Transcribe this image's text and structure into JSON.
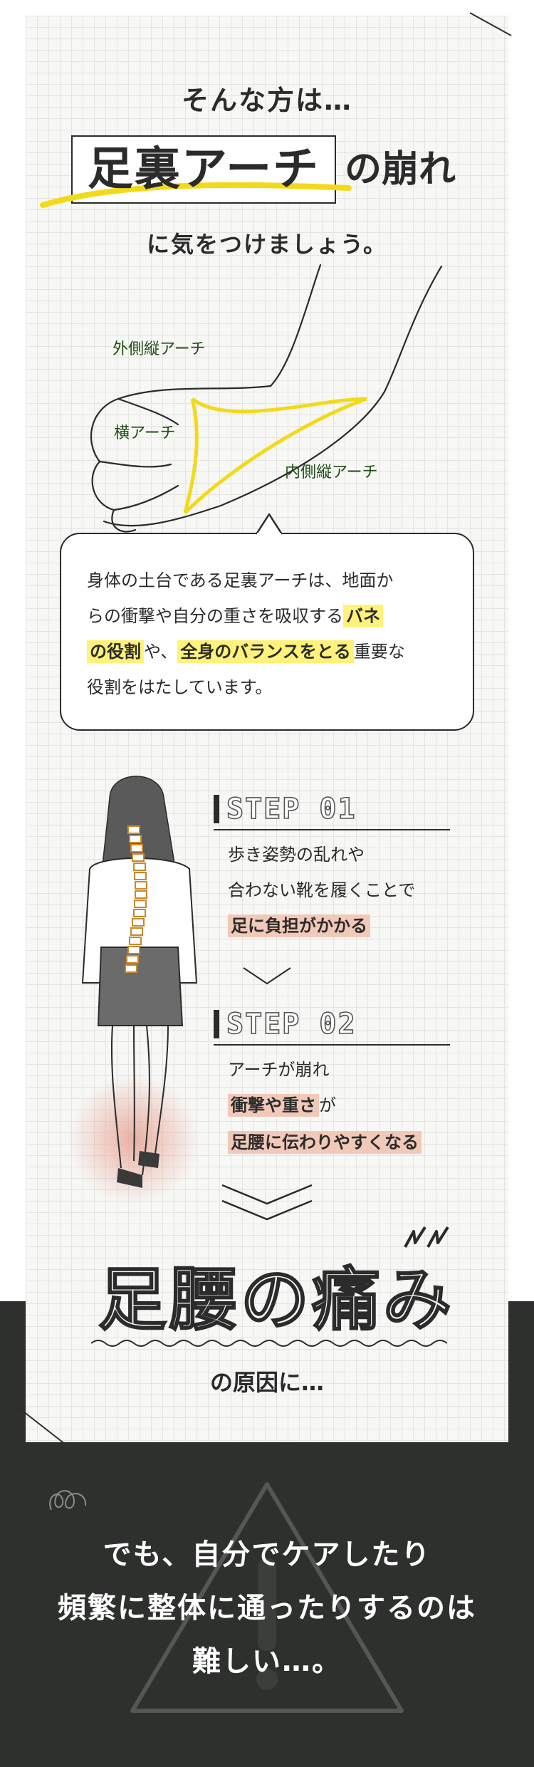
{
  "colors": {
    "dark_band": "#2e302e",
    "card_background": "#f7f7f5",
    "grid_line": "#e4e4e0",
    "arch_yellow": "#f2da1a",
    "highlight_yellow": "#fff27a",
    "highlight_pink": "#f1c9b8",
    "arch_label_green": "#1f4d16"
  },
  "hero": {
    "intro": "そんな方は…",
    "title": "足裏アーチ",
    "title_suffix": "の崩れ",
    "subtitle": "に気をつけましょう。"
  },
  "arch_labels": {
    "outer": "外側縦アーチ",
    "transverse": "横アーチ",
    "inner": "内側縦アーチ"
  },
  "description": {
    "line1": "身体の土台である足裏アーチは、地面か",
    "line2_text": "らの衝撃や自分の重さを吸収する",
    "line2_highlight": "バネ",
    "line3_highlight1": "の役割",
    "line3_text1": "や、",
    "line3_highlight2": "全身のバランスをとる",
    "line3_text2": "重要な",
    "line4": "役割をはたしています。"
  },
  "steps": [
    {
      "heading": "STEP 01",
      "line1": "歩き姿勢の乱れや",
      "line2": "合わない靴を履くことで",
      "line3_highlight": "足に負担がかかる"
    },
    {
      "heading": "STEP 02",
      "line1": "アーチが崩れ",
      "line2_highlight": "衝撃や重さ",
      "line2_text": "が",
      "line3_highlight": "足腰に伝わりやすくなる"
    }
  ],
  "result": {
    "title": "足腰の痛み",
    "subtitle": "の原因に…"
  },
  "closing": {
    "line1": "でも、自分でケアしたり",
    "line2": "頻繁に整体に通ったりするのは",
    "line3": "難しい…。"
  }
}
